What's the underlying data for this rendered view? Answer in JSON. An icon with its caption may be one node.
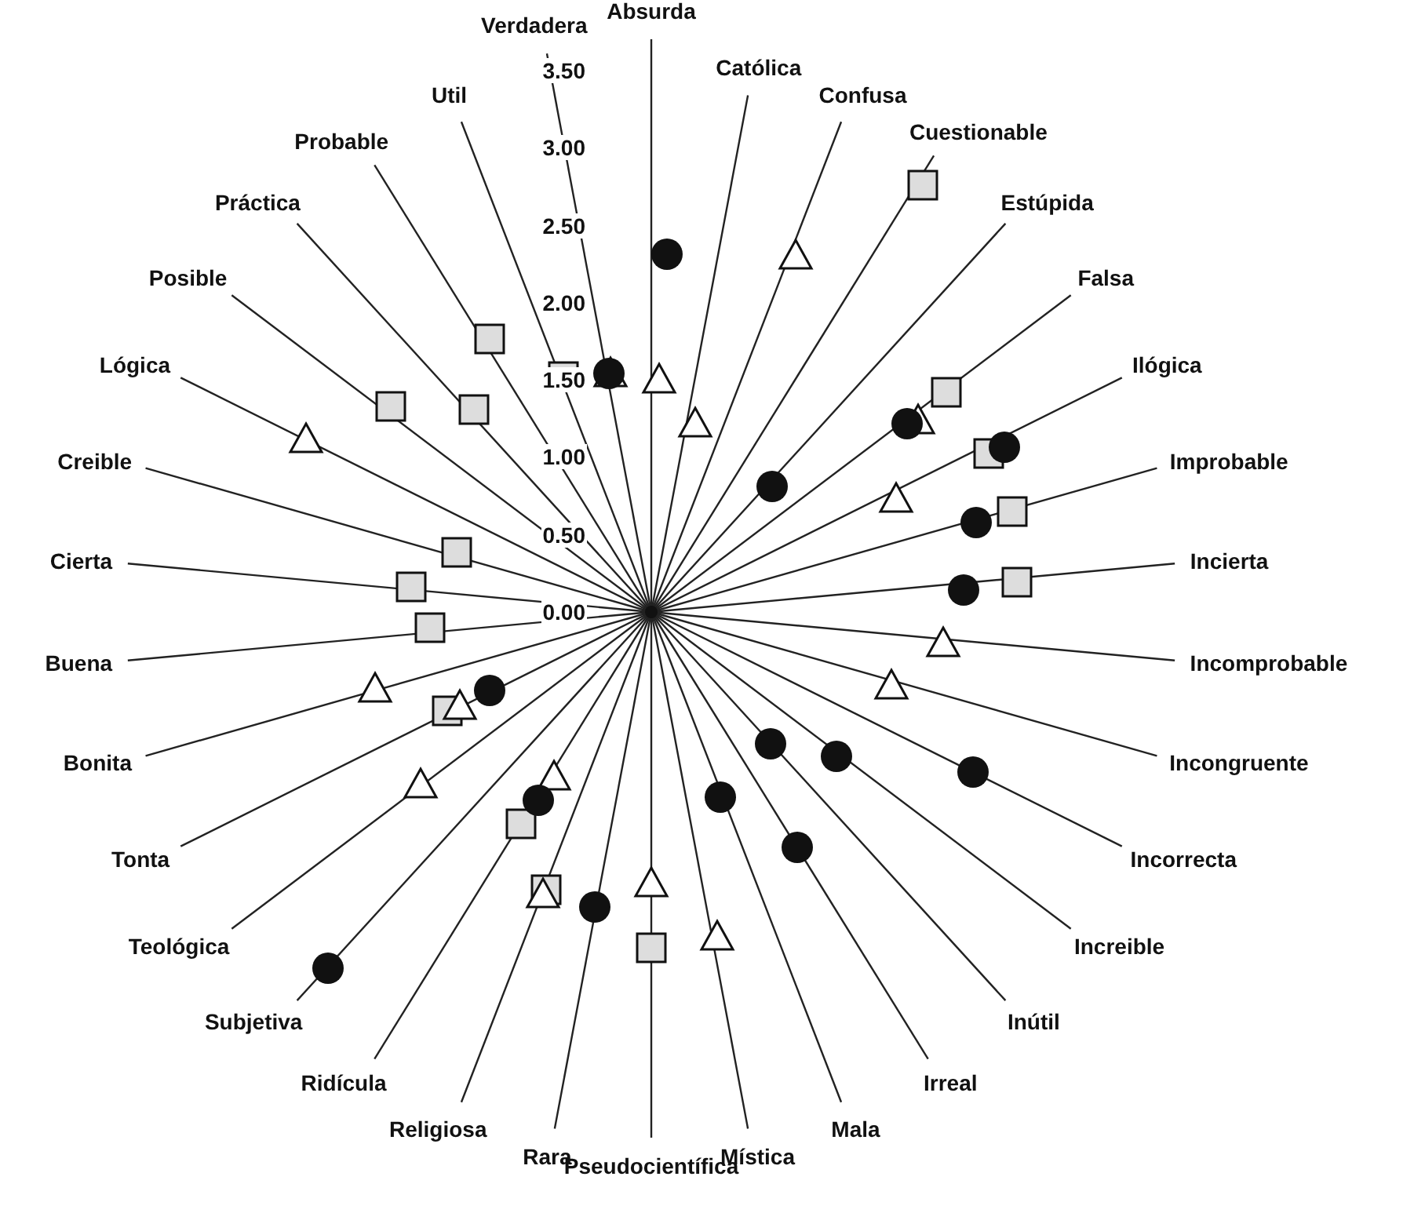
{
  "diagram": {
    "labels": [
      "Absurda",
      "Católica",
      "Confusa",
      "Cuestionable",
      "Estúpida",
      "Falsa",
      "Ilógica",
      "Improbable",
      "Incierta",
      "Incomprobable",
      "Incongruente",
      "Incorrecta",
      "Increible",
      "Inútil",
      "Irreal",
      "Mala",
      "Mística",
      "Pseudocientífica",
      "Rara",
      "Religiosa",
      "Ridícula",
      "Subjetiva",
      "Teológica",
      "Tonta",
      "Bonita",
      "Buena",
      "Cierta",
      "Creible",
      "Lógica",
      "Posible",
      "Práctica",
      "Probable",
      "Util",
      "Verdadera",
      "3.50",
      "3.00",
      "2.50",
      "2.00",
      "1.50",
      "1.00",
      "0.50",
      "0.00"
    ]
  }
}
